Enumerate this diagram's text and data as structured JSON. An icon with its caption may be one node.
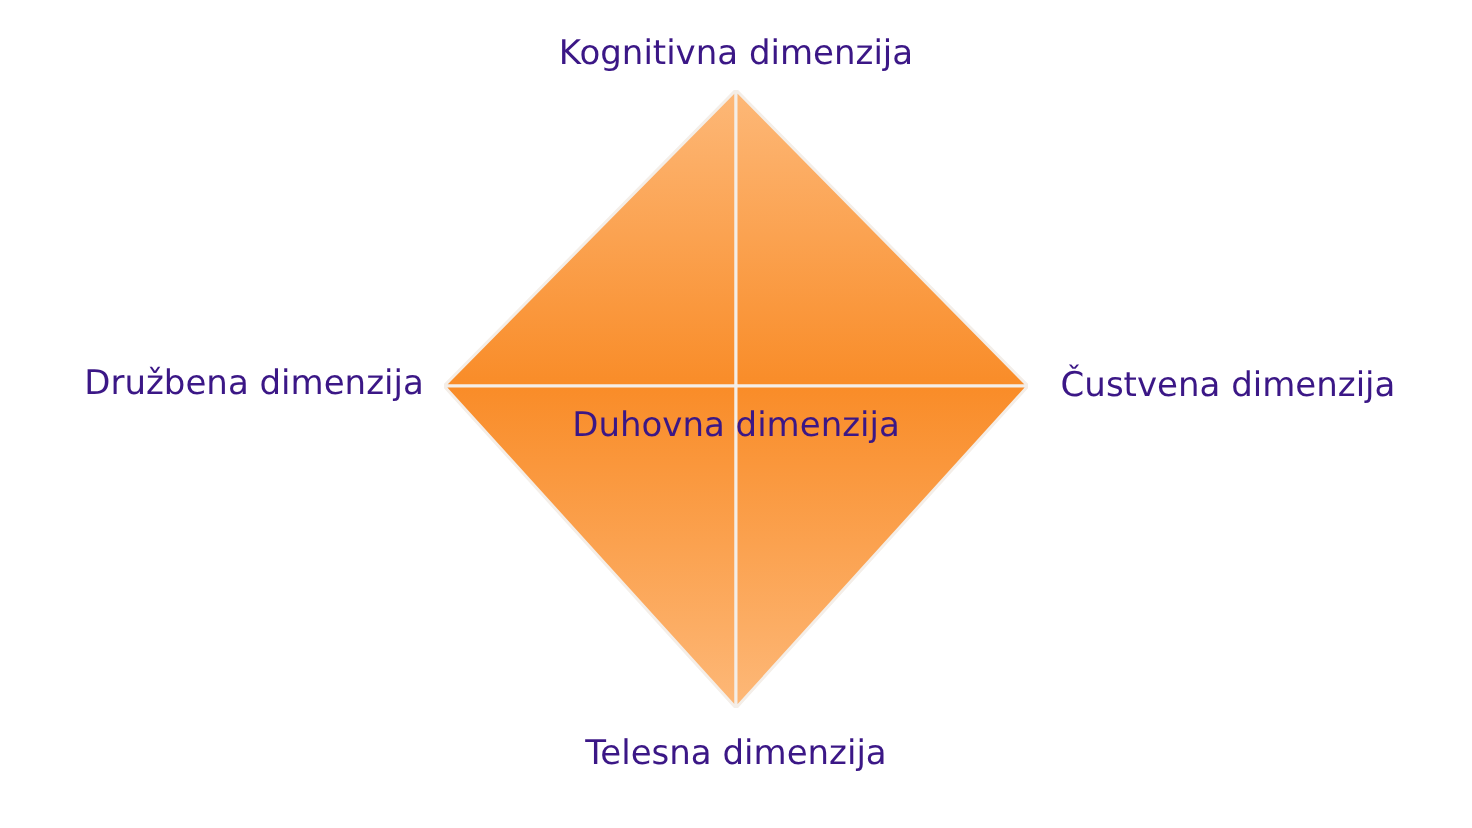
{
  "diagram": {
    "nodes": [
      {
        "text": [
          "Duhovna dimenzija"
        ]
      }
    ],
    "labels": [
      "Kognitivna dimenzija",
      "Družbena dimenzija",
      "Čustvena dimenzija",
      "Telesna dimenzija"
    ]
  }
}
